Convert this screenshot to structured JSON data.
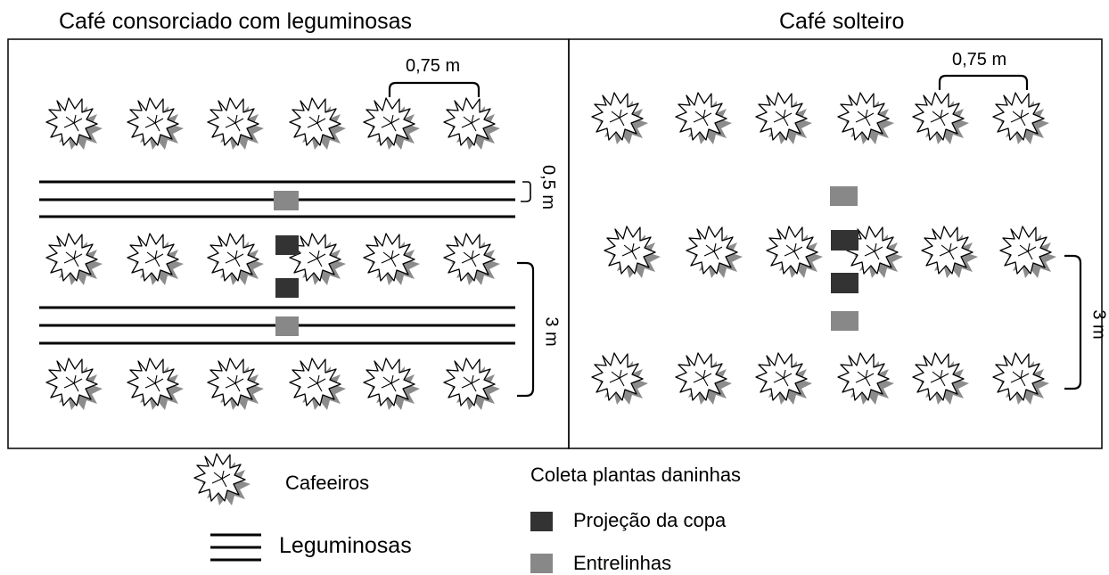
{
  "panels": {
    "left": {
      "title": "Café consorciado com leguminosas",
      "spacing_plants": "0,75 m",
      "spacing_legumes": "0,5 m",
      "spacing_rows": "3 m"
    },
    "right": {
      "title": "Café solteiro",
      "spacing_plants": "0,75 m",
      "spacing_rows": "3 m"
    }
  },
  "legend": {
    "cafeeiros": "Cafeeiros",
    "leguminosas": "Leguminosas",
    "coleta_title": "Coleta plantas daninhas",
    "projecao": "Projeção da copa",
    "entrelinhas": "Entrelinhas"
  },
  "colors": {
    "projecao": "#333333",
    "entrelinhas": "#888888",
    "plant_shadow": "#8c8c8c"
  },
  "icons": {
    "plant": "coffee-plant-icon"
  }
}
